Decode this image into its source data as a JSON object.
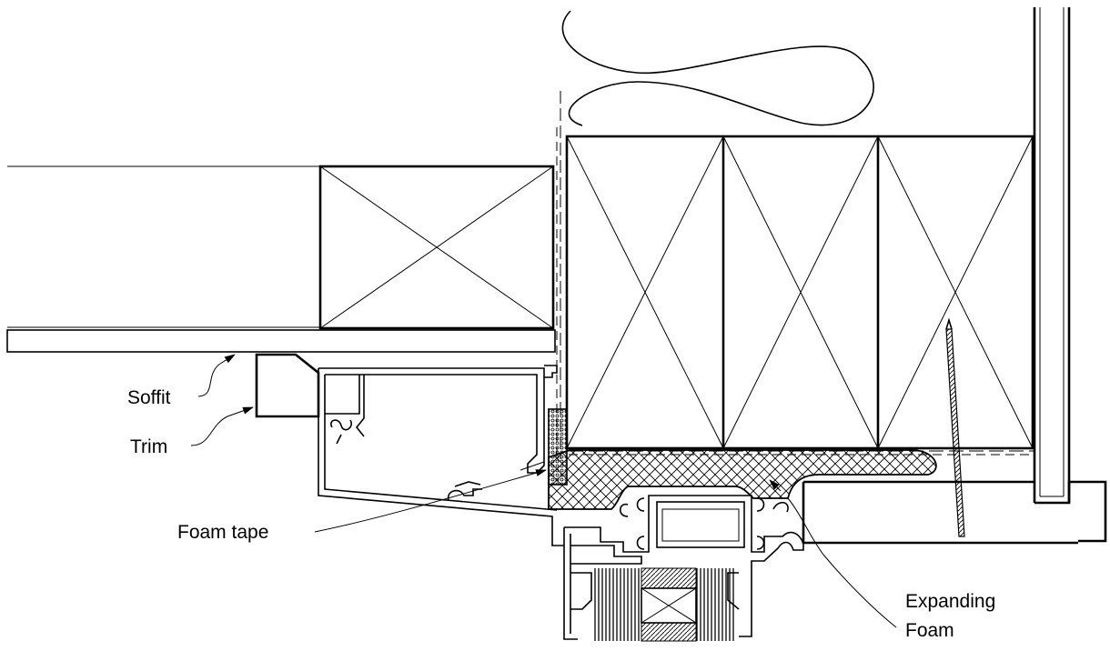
{
  "labels": {
    "soffit": "Soffit",
    "trim": "Trim",
    "foam_tape": "Foam tape",
    "expanding_foam_line1": "Expanding",
    "expanding_foam_line2": "Foam"
  },
  "colors": {
    "ink": "#000000",
    "paper": "#ffffff"
  }
}
